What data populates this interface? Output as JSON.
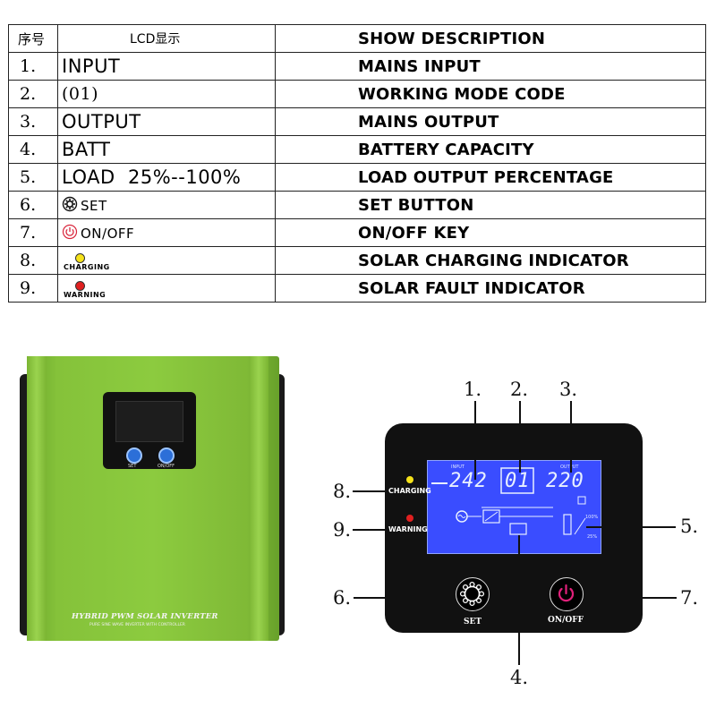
{
  "table": {
    "header": {
      "no": "序号",
      "lcd": "LCD显示",
      "description": "SHOW DESCRIPTION"
    },
    "rows": [
      {
        "no": "1.",
        "lcd": "INPUT",
        "description": "MAINS INPUT"
      },
      {
        "no": "2.",
        "lcd": "(01)",
        "description": "WORKING MODE CODE"
      },
      {
        "no": "3.",
        "lcd": "OUTPUT",
        "description": "MAINS OUTPUT"
      },
      {
        "no": "4.",
        "lcd": "BATT",
        "description": "BATTERY CAPACITY"
      },
      {
        "no": "5.",
        "lcd": "LOAD  25%--100%",
        "description": "LOAD OUTPUT PERCENTAGE"
      },
      {
        "no": "6.",
        "lcd": "SET",
        "icon": "gear-icon",
        "description": "SET BUTTON"
      },
      {
        "no": "7.",
        "lcd": "ON/OFF",
        "icon": "power-icon",
        "description": "ON/OFF KEY"
      },
      {
        "no": "8.",
        "lcd": "CHARGING",
        "icon": "yellow-led-icon",
        "description": "SOLAR CHARGING INDICATOR"
      },
      {
        "no": "9.",
        "lcd": "WARNING",
        "icon": "red-led-icon",
        "description": "SOLAR FAULT INDICATOR"
      }
    ]
  },
  "inverter_photo": {
    "brand": "HYBRID PWM SOLAR INVERTER",
    "subtitle": "PURE SINE WAVE INVERTER WITH CONTROLLER",
    "set_label": "SET",
    "onoff_label": "ON/OFF",
    "body_color": "#8ccb3f"
  },
  "lcd_panel": {
    "input_label": "INPUT",
    "output_label": "OUTPUT",
    "input_value": "242",
    "mode_value": "01",
    "output_value": "220",
    "load_high": "100%",
    "load_low": "25%",
    "charging_label": "CHARGING",
    "warning_label": "WARNING",
    "set_label": "SET",
    "onoff_label": "ON/OFF",
    "screen_color": "#3a4dff",
    "charging_color": "#f5e21a",
    "warning_color": "#e02020",
    "power_color": "#e0207a"
  },
  "callouts": [
    "1.",
    "2.",
    "3.",
    "4.",
    "5.",
    "6.",
    "7.",
    "8.",
    "9."
  ]
}
